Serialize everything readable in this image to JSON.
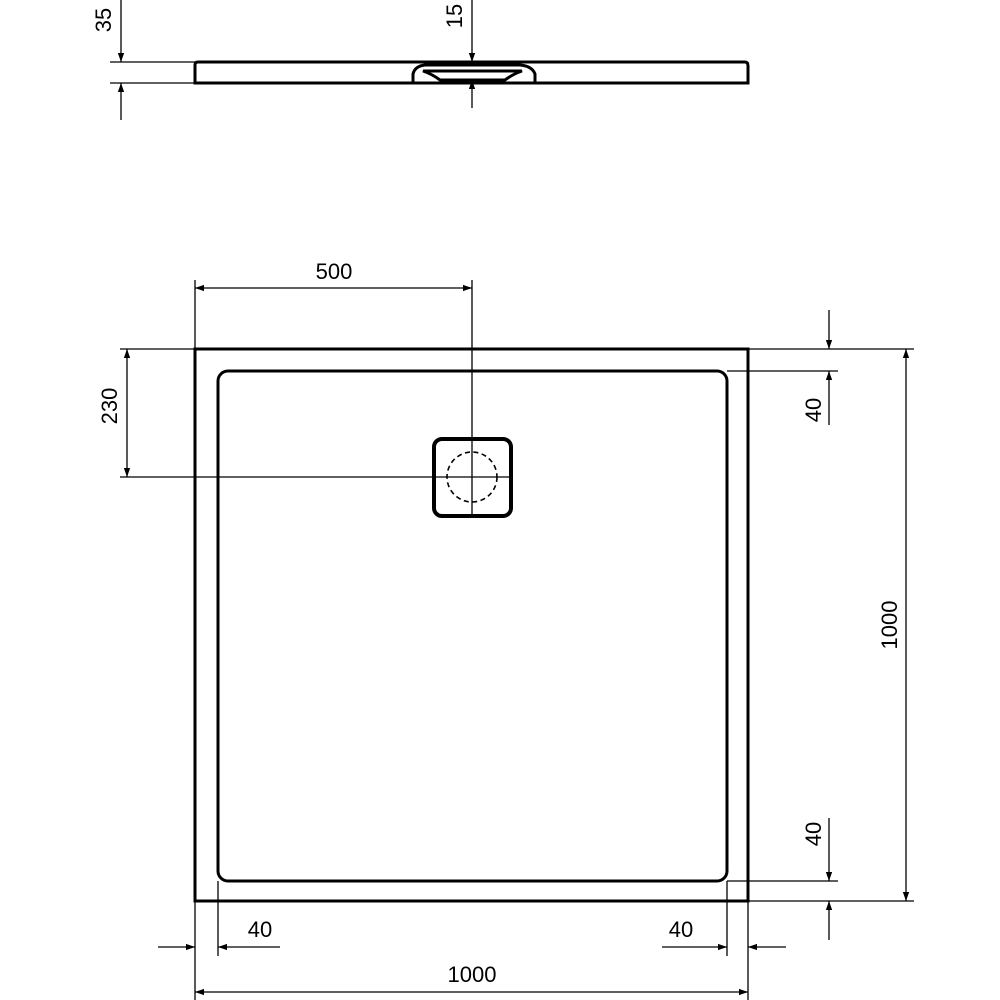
{
  "drawing": {
    "profile_view": {
      "height_label": "35",
      "drain_depth_label": "15"
    },
    "plan_view": {
      "drain_x_label": "500",
      "drain_y_label": "230",
      "top_rim_label": "40",
      "bottom_rim_label": "40",
      "depth_label": "1000",
      "left_rim_label": "40",
      "right_rim_label": "40",
      "width_label": "1000"
    },
    "line_color": "#000000",
    "background": "#ffffff"
  }
}
